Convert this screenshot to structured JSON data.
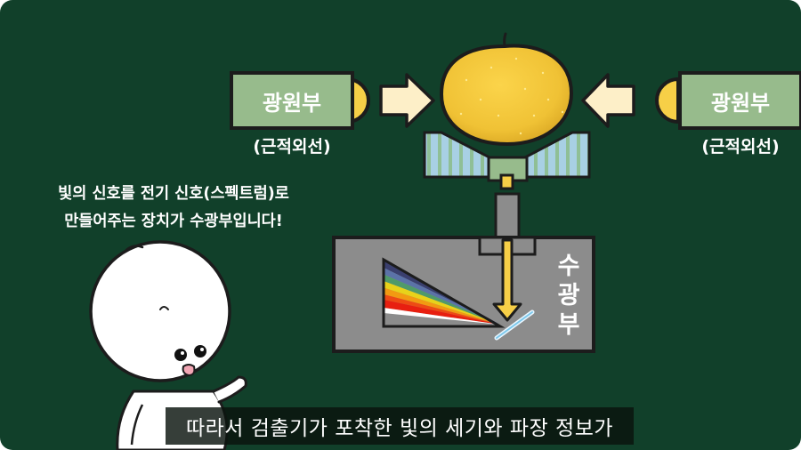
{
  "diagram": {
    "light_source_left": {
      "title": "광원부",
      "subtitle": "(근적외선)"
    },
    "light_source_right": {
      "title": "광원부",
      "subtitle": "(근적외선)"
    },
    "sample": "pear",
    "receiver_label": "수광부",
    "explanation_lines": [
      "빛의 신호를 전기 신호(스펙트럼)로",
      "만들어주는 장치가 수광부입니다!"
    ],
    "spectrum_colors": [
      "#3a3f6e",
      "#5b72a8",
      "#4f9a6a",
      "#e8d21a",
      "#f29a12",
      "#ee4a14",
      "#e81f10",
      "#ffffff"
    ]
  },
  "subtitle_bar": {
    "text": "따라서 검출기가 포착한 빛의 세기와 파장 정보가"
  },
  "colors": {
    "background": "#11402a",
    "source_box": "#97bb8c",
    "lamp": "#f7cf47",
    "arrow": "#fdefc8",
    "receiver_box": "#8c8c8c",
    "filter": "#a8d0e4"
  }
}
